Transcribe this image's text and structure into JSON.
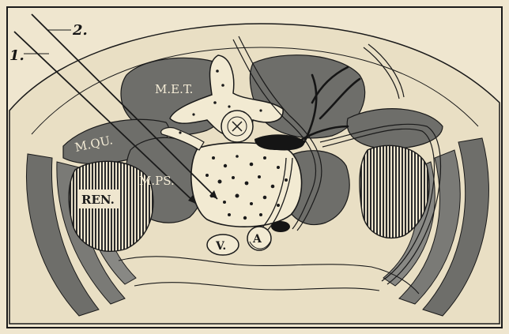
{
  "figure": {
    "needle_labels": [
      "1.",
      "2."
    ],
    "structure_labels": {
      "met": "M.E.T.",
      "mqu": "M.QU.",
      "mps": "M.PS.",
      "ren": "REN.",
      "vein": "V.",
      "artery": "A"
    }
  },
  "colors": {
    "paper": "#efe6cf",
    "muscle": "#6e6e6a",
    "ink": "#1a1a1a",
    "bone": "#f2ead2"
  }
}
